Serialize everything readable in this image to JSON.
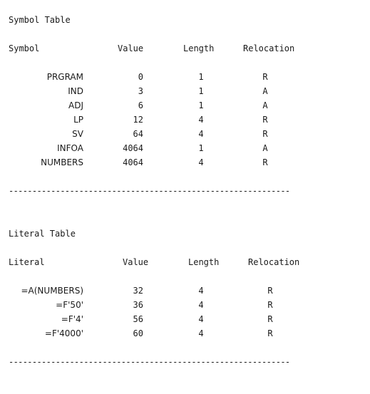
{
  "symbol_table": {
    "title": "Symbol Table",
    "headers": {
      "symbol": "Symbol",
      "value": "Value",
      "length": "Length",
      "relocation": "Relocation"
    },
    "rows": [
      {
        "symbol": "PRGRAM",
        "value": "0",
        "length": "1",
        "relocation": "R"
      },
      {
        "symbol": "IND",
        "value": "3",
        "length": "1",
        "relocation": "A"
      },
      {
        "symbol": "ADJ",
        "value": "6",
        "length": "1",
        "relocation": "A"
      },
      {
        "symbol": "LP",
        "value": "12",
        "length": "4",
        "relocation": "R"
      },
      {
        "symbol": "SV",
        "value": "64",
        "length": "4",
        "relocation": "R"
      },
      {
        "symbol": "INFOA",
        "value": "4064",
        "length": "1",
        "relocation": "A"
      },
      {
        "symbol": "NUMBERS",
        "value": "4064",
        "length": "4",
        "relocation": "R"
      }
    ],
    "separator": "------------------------------------------------------------"
  },
  "literal_table": {
    "title": "Literal Table",
    "headers": {
      "literal": "Literal",
      "value": "Value",
      "length": "Length",
      "relocation": "Relocation"
    },
    "rows": [
      {
        "literal": "=A(NUMBERS)",
        "value": "32",
        "length": "4",
        "relocation": "R"
      },
      {
        "literal": "=F'50'",
        "value": "36",
        "length": "4",
        "relocation": "R"
      },
      {
        "literal": "=F'4'",
        "value": "56",
        "length": "4",
        "relocation": "R"
      },
      {
        "literal": "=F'4000'",
        "value": "60",
        "length": "4",
        "relocation": "R"
      }
    ],
    "separator": "------------------------------------------------------------"
  }
}
